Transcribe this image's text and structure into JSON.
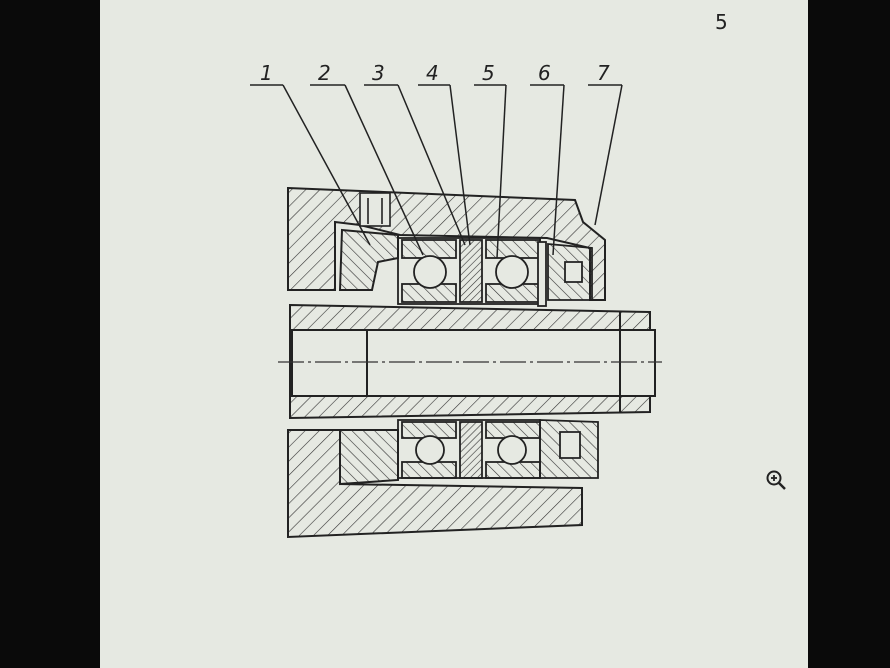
{
  "page_number": "5",
  "callouts": [
    {
      "label": "1"
    },
    {
      "label": "2"
    },
    {
      "label": "3"
    },
    {
      "label": "4"
    },
    {
      "label": "5"
    },
    {
      "label": "6"
    },
    {
      "label": "7"
    }
  ],
  "icons": {
    "zoom": "zoom-in-icon"
  },
  "colors": {
    "background": "#0a0a0a",
    "paper": "#e6e9e2",
    "ink": "#222222"
  }
}
